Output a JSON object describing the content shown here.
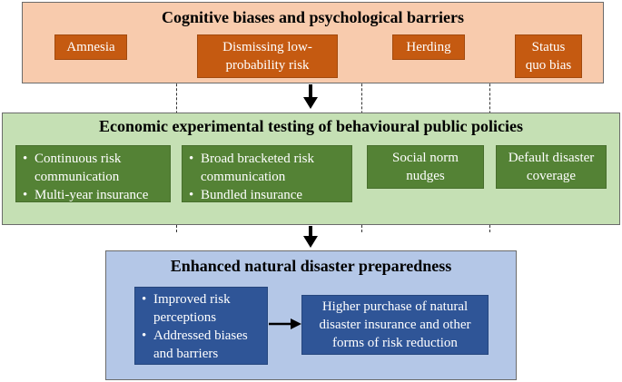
{
  "top_panel": {
    "title": "Cognitive biases and psychological barriers",
    "items": [
      "Amnesia",
      "Dismissing low-probability risk",
      "Herding",
      "Status quo bias"
    ]
  },
  "middle_panel": {
    "title": "Economic experimental testing of behavioural public policies",
    "box1": [
      "Continuous risk communication",
      "Multi-year insurance"
    ],
    "box2": [
      "Broad bracketed risk communication",
      "Bundled insurance"
    ],
    "box3": "Social norm nudges",
    "box4": "Default disaster coverage"
  },
  "bottom_panel": {
    "title": "Enhanced natural disaster preparedness",
    "left_box": [
      "Improved risk perceptions",
      "Addressed biases and barriers"
    ],
    "right_box": "Higher purchase of natural disaster insurance and other forms of risk reduction"
  },
  "colors": {
    "top_panel_bg": "#f8cbad",
    "middle_panel_bg": "#c5e0b4",
    "bottom_panel_bg": "#b4c7e7",
    "orange_box": "#c55a11",
    "green_box": "#548235",
    "blue_box": "#2f5597"
  }
}
